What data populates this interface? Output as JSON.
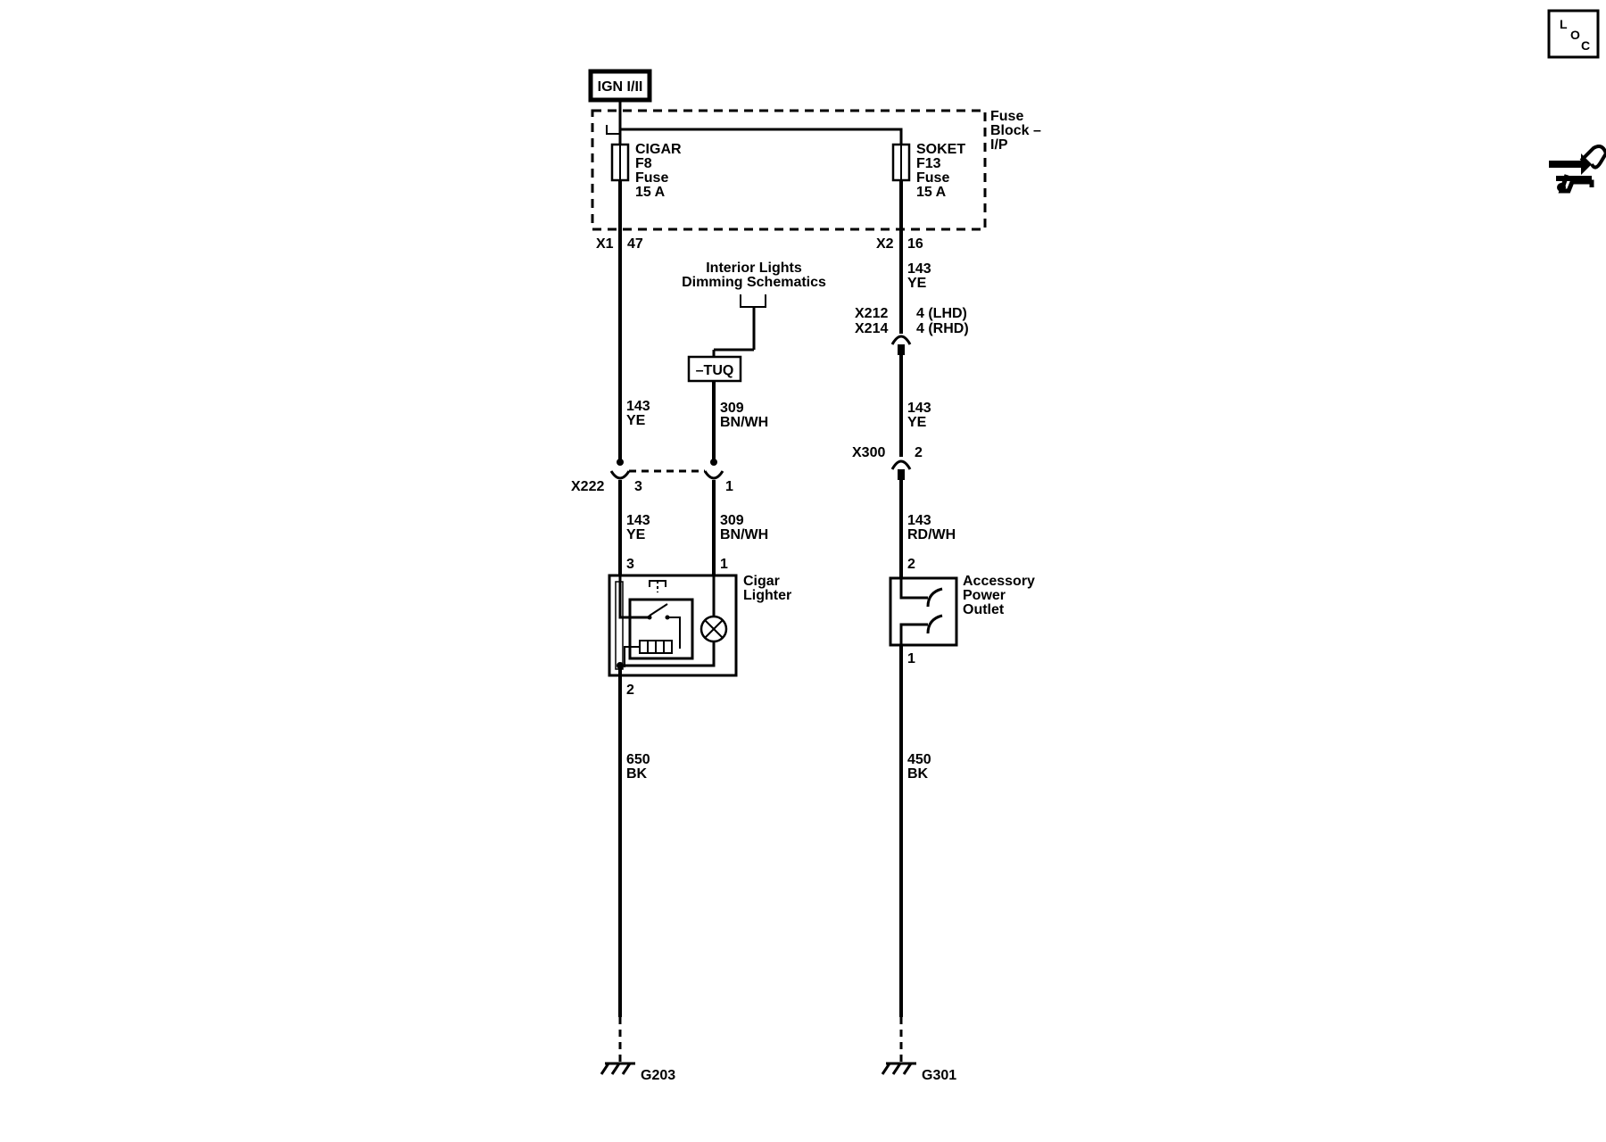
{
  "power_source": "IGN I/II",
  "fuse_block": {
    "line1": "Fuse",
    "line2": "Block –",
    "line3": "I/P"
  },
  "fuse_left": {
    "name": "CIGAR",
    "id": "F8",
    "type": "Fuse",
    "rating": "15 A"
  },
  "fuse_right": {
    "name": "SOKET",
    "id": "F13",
    "type": "Fuse",
    "rating": "15 A"
  },
  "connectors": {
    "x1": {
      "name": "X1",
      "pin": "47"
    },
    "x2": {
      "name": "X2",
      "pin": "16"
    },
    "x212": {
      "name": "X212",
      "pin": "4 (LHD)"
    },
    "x214": {
      "name": "X214",
      "pin": "4 (RHD)"
    },
    "x222": {
      "name": "X222",
      "pin_a": "3",
      "pin_b": "1"
    },
    "x300": {
      "name": "X300",
      "pin": "2"
    }
  },
  "dimming_ref": {
    "line1": "Interior Lights",
    "line2": "Dimming Schematics"
  },
  "option_code": "–TUQ",
  "wires": {
    "left_upper": {
      "circuit": "143",
      "color": "YE"
    },
    "left_lower": {
      "circuit": "143",
      "color": "YE"
    },
    "dim_upper": {
      "circuit": "309",
      "color": "BN/WH"
    },
    "dim_lower": {
      "circuit": "309",
      "color": "BN/WH"
    },
    "right_upper": {
      "circuit": "143",
      "color": "YE"
    },
    "right_mid": {
      "circuit": "143",
      "color": "YE"
    },
    "right_lower": {
      "circuit": "143",
      "color": "RD/WH"
    },
    "left_ground": {
      "circuit": "650",
      "color": "BK"
    },
    "right_ground": {
      "circuit": "450",
      "color": "BK"
    }
  },
  "cigar_lighter": {
    "line1": "Cigar",
    "line2": "Lighter",
    "pin_top_left": "3",
    "pin_top_right": "1",
    "pin_bottom": "2"
  },
  "accessory_outlet": {
    "line1": "Accessory",
    "line2": "Power",
    "line3": "Outlet",
    "pin_top": "2",
    "pin_bottom": "1"
  },
  "grounds": {
    "left": "G203",
    "right": "G301"
  },
  "loc_badge": {
    "l": "L",
    "o": "O",
    "c": "C"
  }
}
